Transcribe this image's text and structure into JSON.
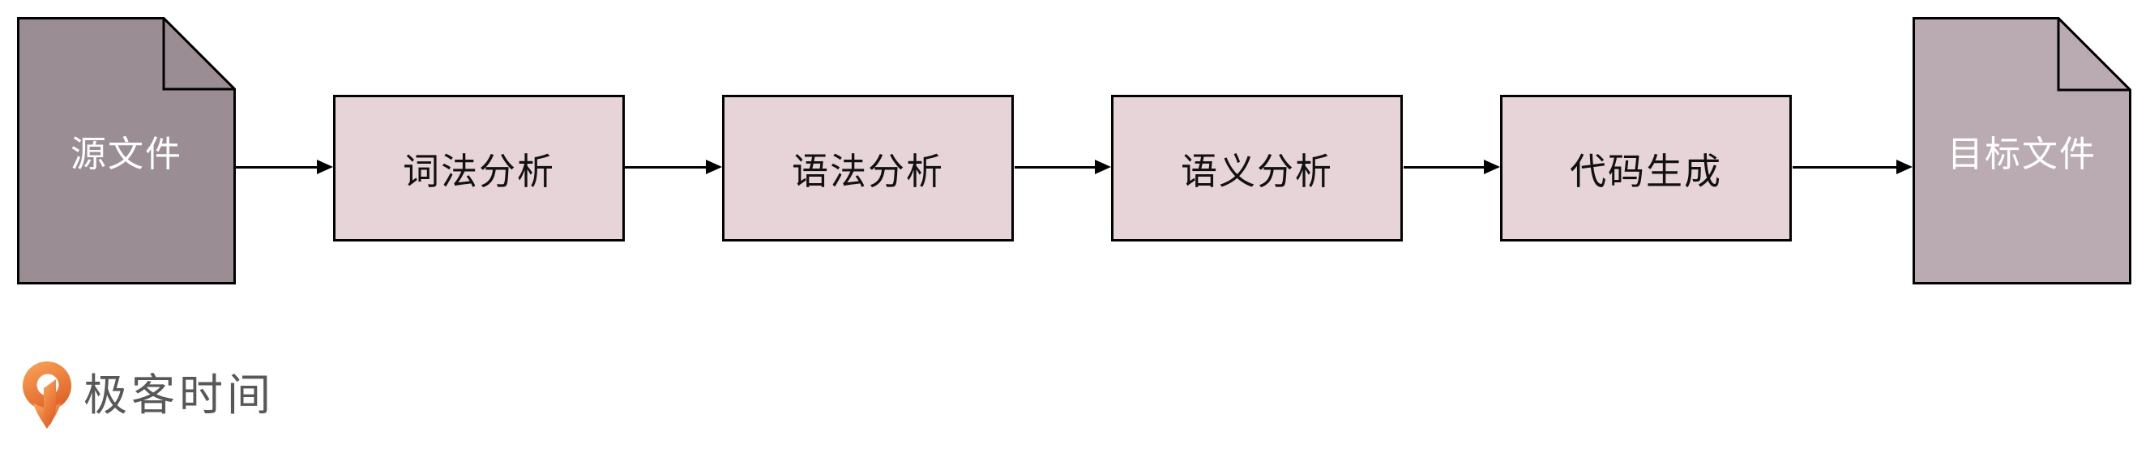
{
  "diagram": {
    "type": "flowchart",
    "description": "compiler pipeline",
    "nodes": [
      {
        "id": "source-file",
        "shape": "document",
        "label": "源文件",
        "fill": "#9a8e94",
        "text_color": "#ffffff"
      },
      {
        "id": "lexical",
        "shape": "process",
        "label": "词法分析",
        "fill": "#e6d4d9",
        "text_color": "#111111"
      },
      {
        "id": "syntax",
        "shape": "process",
        "label": "语法分析",
        "fill": "#e6d4d9",
        "text_color": "#111111"
      },
      {
        "id": "semantic",
        "shape": "process",
        "label": "语义分析",
        "fill": "#e6d4d9",
        "text_color": "#111111"
      },
      {
        "id": "codegen",
        "shape": "process",
        "label": "代码生成",
        "fill": "#e6d4d9",
        "text_color": "#111111"
      },
      {
        "id": "target-file",
        "shape": "document",
        "label": "目标文件",
        "fill": "#b9abb1",
        "text_color": "#ffffff"
      }
    ],
    "edges": [
      {
        "from": "source-file",
        "to": "lexical"
      },
      {
        "from": "lexical",
        "to": "syntax"
      },
      {
        "from": "syntax",
        "to": "semantic"
      },
      {
        "from": "semantic",
        "to": "codegen"
      },
      {
        "from": "codegen",
        "to": "target-file"
      }
    ],
    "colors": {
      "border": "#000000",
      "background": "#ffffff",
      "arrow": "#000000"
    }
  },
  "logo": {
    "text": "极客时间",
    "icon": "geektime-pin-icon",
    "text_color": "#595757",
    "icon_gradient": [
      "#f7a156",
      "#e05f26"
    ]
  }
}
